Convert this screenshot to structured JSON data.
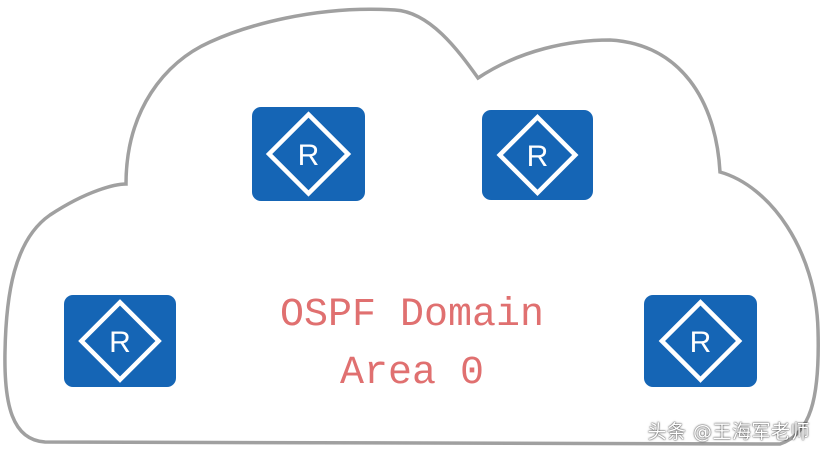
{
  "diagram": {
    "domain_label_line1": "OSPF Domain",
    "domain_label_line2": "Area 0",
    "router_symbol": "R",
    "router_count": 4,
    "router_icon": "router-icon",
    "watermark": "头条 @王海军老师"
  },
  "colors": {
    "router_fill": "#1565b5",
    "router_symbol": "#ffffff",
    "cloud_stroke": "#a0a0a0",
    "caption": "#e07070"
  }
}
